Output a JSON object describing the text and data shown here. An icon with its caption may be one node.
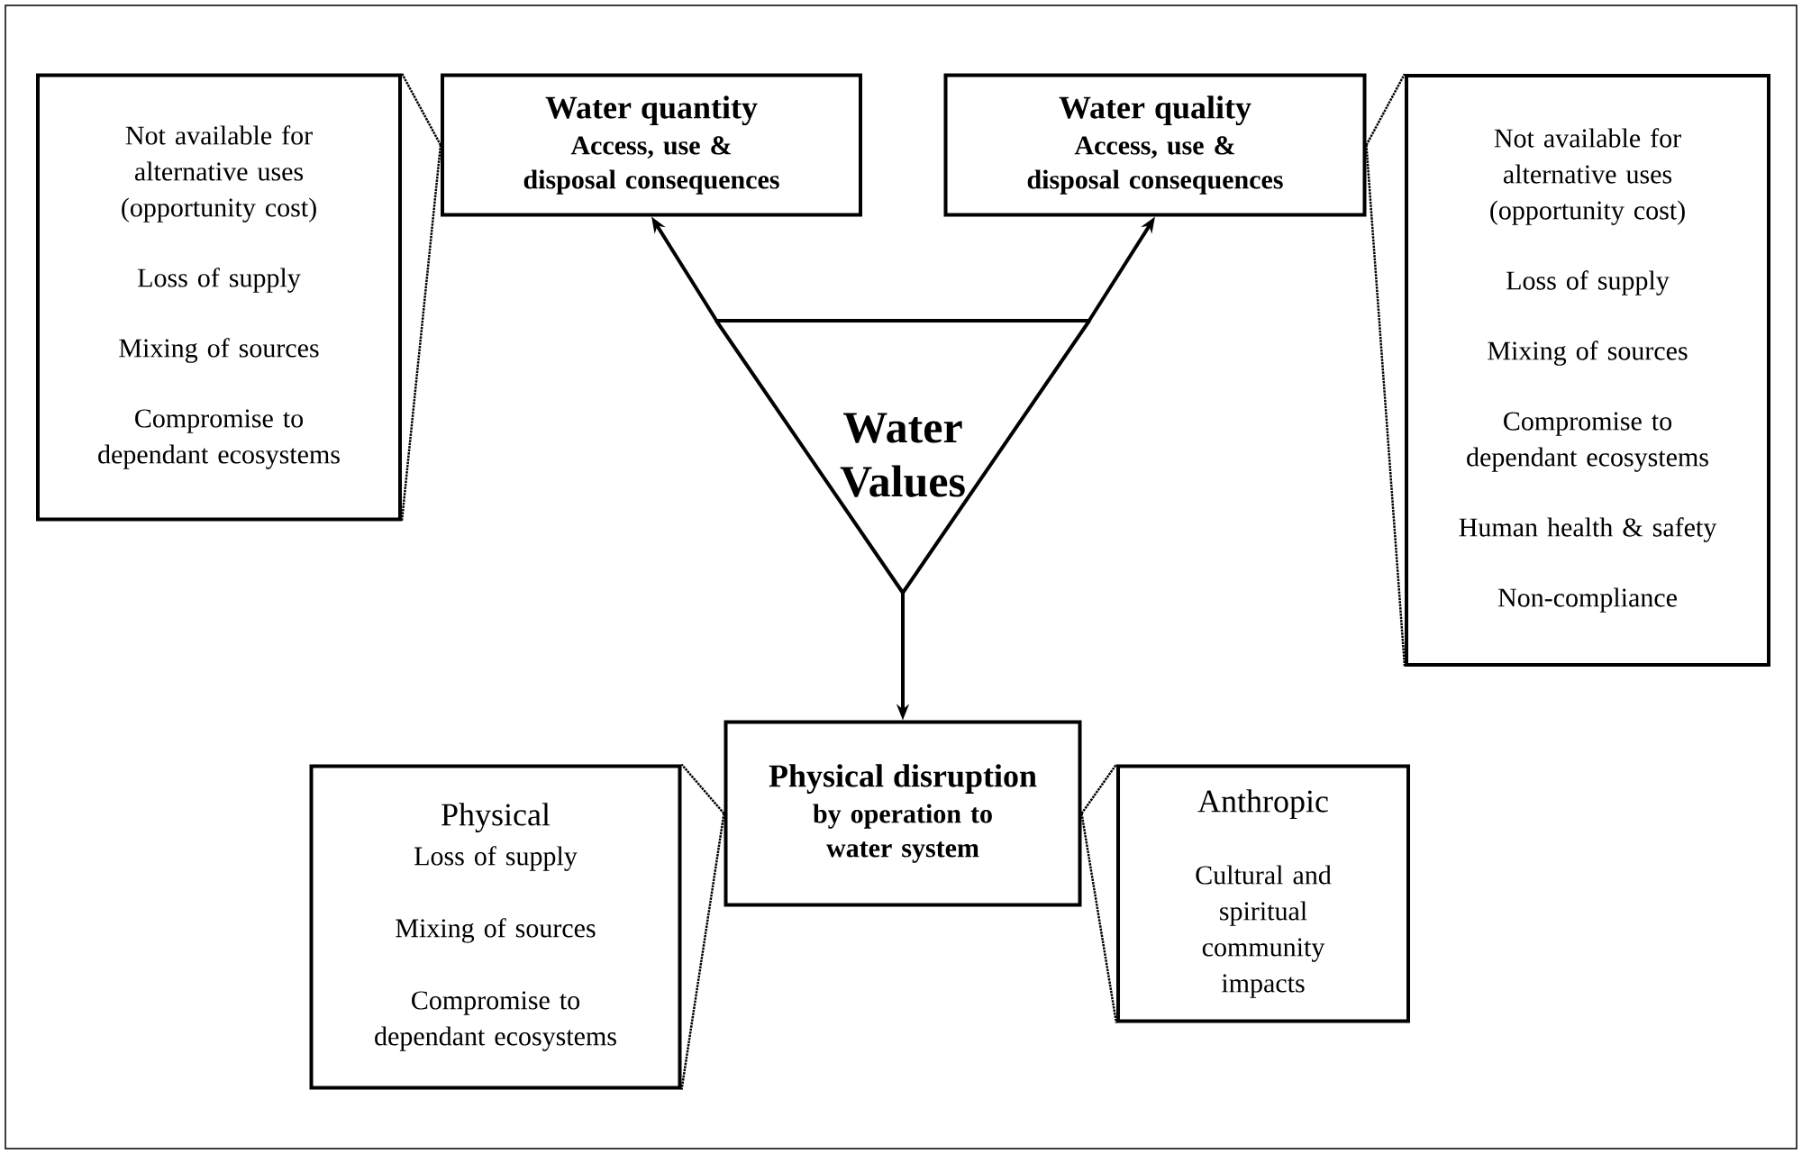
{
  "diagram": {
    "nodes": [
      {
        "text": [
          "Not available for alternative uses (opportunity cost)",
          "Loss of supply",
          "Mixing of sources",
          "Compromise to dependant ecosystems"
        ]
      },
      {
        "text": [
          "Water quantity",
          "Access, use & disposal consequences"
        ]
      },
      {
        "text": [
          "Water quality",
          "Access, use & disposal consequences"
        ]
      },
      {
        "text": [
          "Not available for alternative uses (opportunity cost)",
          "Loss of supply",
          "Mixing of sources",
          "Compromise to dependant ecosystems",
          "Human health & safety",
          "Non-compliance"
        ]
      },
      {
        "text": [
          "Water Values"
        ]
      },
      {
        "text": [
          "Physical",
          "Loss of supply",
          "Mixing of sources",
          "Compromise to dependant ecosystems"
        ]
      },
      {
        "text": [
          "Physical disruption",
          "by operation to water system"
        ]
      },
      {
        "text": [
          "Anthropic",
          "Cultural and spiritual community impacts"
        ]
      }
    ],
    "edges": [
      {
        "from": 4,
        "to": 1,
        "arrow": "to"
      },
      {
        "from": 4,
        "to": 2,
        "arrow": "to"
      },
      {
        "from": 4,
        "to": 6,
        "arrow": "to"
      },
      {
        "from": 1,
        "to": 0,
        "arrow": "none",
        "style": "dashed"
      },
      {
        "from": 1,
        "to": 0,
        "arrow": "none",
        "style": "dashed"
      },
      {
        "from": 2,
        "to": 3,
        "arrow": "none",
        "style": "dashed"
      },
      {
        "from": 2,
        "to": 3,
        "arrow": "none",
        "style": "dashed"
      },
      {
        "from": 6,
        "to": 5,
        "arrow": "none",
        "style": "dashed"
      },
      {
        "from": 6,
        "to": 5,
        "arrow": "none",
        "style": "dashed"
      },
      {
        "from": 6,
        "to": 7,
        "arrow": "none",
        "style": "dashed"
      },
      {
        "from": 6,
        "to": 7,
        "arrow": "none",
        "style": "dashed"
      }
    ]
  }
}
